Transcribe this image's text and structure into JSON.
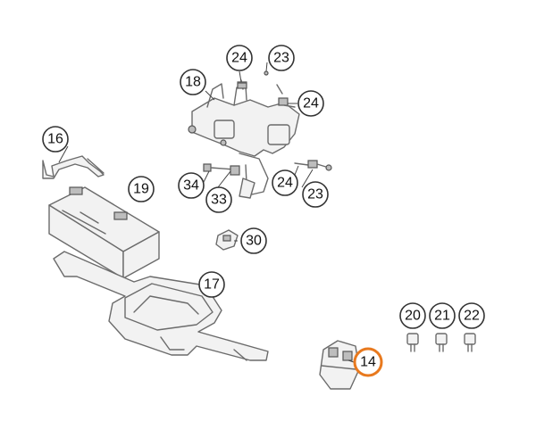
{
  "callouts": [
    {
      "id": "c24a",
      "label": "24"
    },
    {
      "id": "c23a",
      "label": "23"
    },
    {
      "id": "c18",
      "label": "18"
    },
    {
      "id": "c24b",
      "label": "24"
    },
    {
      "id": "c16",
      "label": "16"
    },
    {
      "id": "c19",
      "label": "19"
    },
    {
      "id": "c34",
      "label": "34"
    },
    {
      "id": "c33",
      "label": "33"
    },
    {
      "id": "c24c",
      "label": "24"
    },
    {
      "id": "c23b",
      "label": "23"
    },
    {
      "id": "c30",
      "label": "30"
    },
    {
      "id": "c17",
      "label": "17"
    },
    {
      "id": "c20",
      "label": "20"
    },
    {
      "id": "c21",
      "label": "21"
    },
    {
      "id": "c22",
      "label": "22"
    },
    {
      "id": "c14",
      "label": "14",
      "highlighted": true
    }
  ],
  "colors": {
    "highlight": "#e8791e",
    "line": "#6b6b6b"
  }
}
